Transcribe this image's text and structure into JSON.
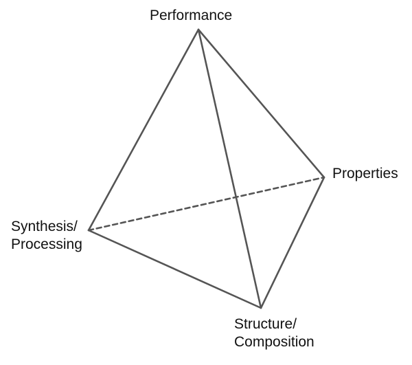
{
  "diagram": {
    "vertices": {
      "performance": {
        "label": "Performance"
      },
      "properties": {
        "label": "Properties"
      },
      "synthesis": {
        "line1": "Synthesis/",
        "line2": "Processing"
      },
      "structure": {
        "line1": "Structure/",
        "line2": "Composition"
      }
    },
    "edges": [
      {
        "from": "performance",
        "to": "synthesis",
        "style": "solid"
      },
      {
        "from": "performance",
        "to": "properties",
        "style": "solid"
      },
      {
        "from": "performance",
        "to": "structure",
        "style": "solid"
      },
      {
        "from": "synthesis",
        "to": "structure",
        "style": "solid"
      },
      {
        "from": "properties",
        "to": "structure",
        "style": "solid"
      },
      {
        "from": "synthesis",
        "to": "properties",
        "style": "dashed"
      }
    ],
    "colors": {
      "line": "#555555",
      "text": "#111111",
      "background": "#ffffff"
    }
  }
}
